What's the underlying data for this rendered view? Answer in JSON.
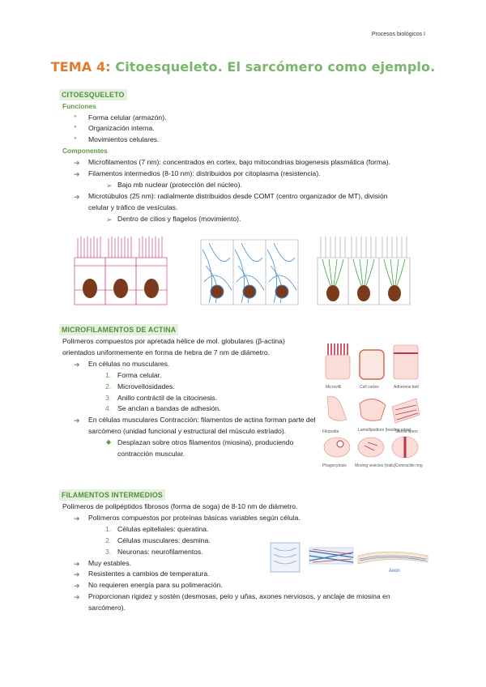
{
  "header": {
    "course": "Procesos biológicos I"
  },
  "title": {
    "tema": "TEMA 4:",
    "rest": " Citoesqueleto. El sarcómero como ejemplo."
  },
  "citoesqueleto": {
    "heading": "CITOESQUELETO",
    "funciones_label": "Funciones",
    "funciones": [
      "Forma celular (armazón).",
      "Organización interna.",
      "Movimientos celulares."
    ],
    "componentes_label": "Componentes",
    "microfilamentos": "Microfilamentos (7 nm): concentrados en cortex, bajo mitocondrias biogenesis plasmática (forma).",
    "intermedios": "Filamentos intermedios (8-10 nm): distribuidos por citoplasma (resistencia).",
    "intermedios_sub": "Bajo mb nuclear (protección del núcleo).",
    "microtubulos": "Microtúbulos (25 nm): radialmente distribuidos desde COMT (centro organizador de MT), división celular y tráfico de vesículas.",
    "microtubulos_sub": "Dentro de cilios y flagelos (movimiento)."
  },
  "actina": {
    "heading": "MICROFILAMENTOS DE ACTINA",
    "intro": "Polímeros compuestos por apretada hélice de mol. globulares (β-actina) orientados uniformemente en forma de hebra de 7 nm de diámetro.",
    "no_musc": "En células no musculares.",
    "no_musc_items": [
      "Forma celular.",
      "Microvellosidades.",
      "Anillo contráctil de la citocinesis.",
      "Se anclan a bandas de adhesión."
    ],
    "musc": "En células musculares Contracción: filamentos de actina forman parte del sarcómero (unidad funcional y estructural del músculo estriado).",
    "musc_sub": "Desplazan sobre otros filamentos (miosina), produciendo contracción muscular.",
    "figure_labels": [
      "Microvilli",
      "Cell cortex",
      "Adherens belt",
      "Filopodia",
      "Lamellipodium (leading edge)",
      "Stress fibers",
      "Phagocytosis",
      "Moving vesicles (trails)",
      "Contractile ring"
    ]
  },
  "intermedios": {
    "heading": "FILAMENTOS INTERMEDIOS",
    "intro": "Polímeros de polipéptidos fibrosos (forma de soga) de 8-10 nm de diámetro.",
    "comp": "Polímeros compuestos por proteínas básicas variables según célula.",
    "comp_items": [
      "Células epiteliales: queratina.",
      "Células musculares: desmina.",
      "Neuronas: neurofilamentos."
    ],
    "estables": "Muy estables.",
    "resistentes": "Resistentes a cambios de temperatura.",
    "energia": "No requieren energía para su polimeración.",
    "rigidez": "Proporcionan rigidez y sostén (desmosas, pelo y uñas, axones nerviosos, y anclaje de miosina en sarcómero).",
    "figure_labels": [
      "Axon"
    ]
  },
  "colors": {
    "accent_green": "#5b9a48",
    "heading_bg": "#e5f0de",
    "title_orange": "#e07a2e",
    "title_green": "#7ab66b",
    "nucleus": "#7a3b1c"
  }
}
